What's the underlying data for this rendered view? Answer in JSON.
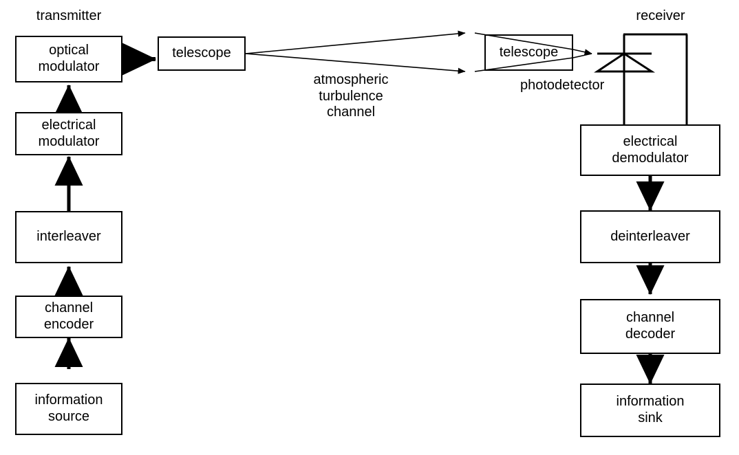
{
  "diagram": {
    "title": "Free-space optical communication system block diagram",
    "stroke_color": "#000000",
    "fill_color": "#ffffff",
    "labels": {
      "transmitter": "transmitter",
      "receiver": "receiver",
      "photodetector": "photodetector",
      "channel": "atmospheric\nturbulence\nchannel"
    },
    "transmitter_chain": [
      {
        "id": "information-source",
        "label": "information\nsource"
      },
      {
        "id": "channel-encoder",
        "label": "channel\nencoder"
      },
      {
        "id": "interleaver",
        "label": "interleaver"
      },
      {
        "id": "electrical-modulator",
        "label": "electrical\nmodulator"
      },
      {
        "id": "optical-modulator",
        "label": "optical\nmodulator"
      },
      {
        "id": "transmit-telescope",
        "label": "telescope"
      }
    ],
    "receiver_chain": [
      {
        "id": "receive-telescope",
        "label": "telescope"
      },
      {
        "id": "electrical-demodulator",
        "label": "electrical\ndemodulator"
      },
      {
        "id": "deinterleaver",
        "label": "deinterleaver"
      },
      {
        "id": "channel-decoder",
        "label": "channel\ndecoder"
      },
      {
        "id": "information-sink",
        "label": "information\nsink"
      }
    ]
  }
}
